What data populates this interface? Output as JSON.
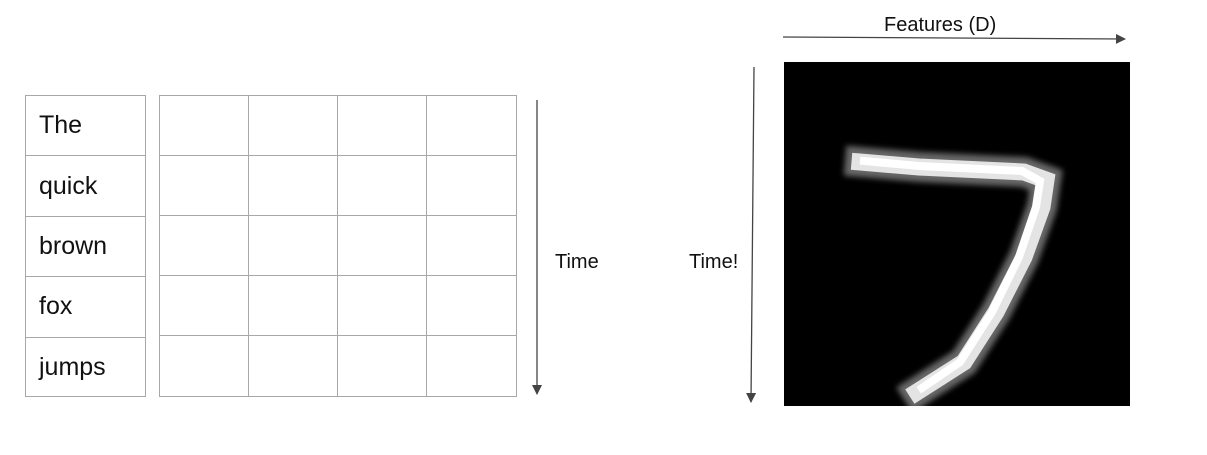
{
  "words": [
    "The",
    "quick",
    "brown",
    "fox",
    "jumps"
  ],
  "embedding_grid": {
    "rows": 5,
    "cols": 4
  },
  "labels": {
    "time_left": "Time",
    "time_right": "Time!",
    "features": "Features (D)"
  },
  "colors": {
    "grid_line": "#a8a8a8",
    "arrow": "#444444",
    "image_background": "#000000"
  },
  "digit_image": {
    "depicts": "7",
    "icon": "handwritten-digit-seven"
  }
}
